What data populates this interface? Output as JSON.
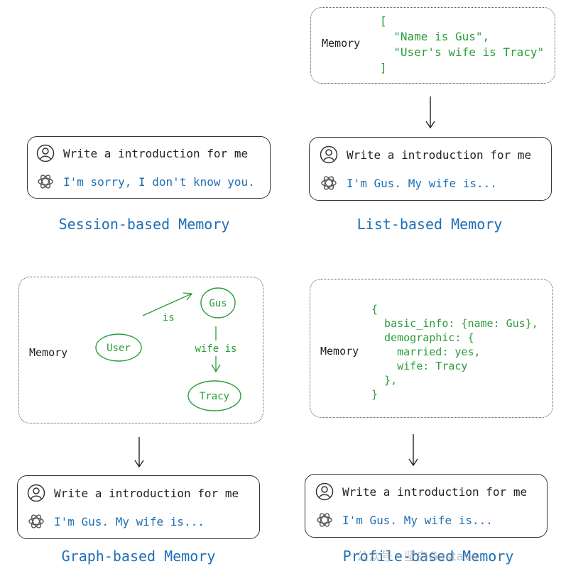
{
  "memory_label": "Memory",
  "prompt": "Write a introduction for me",
  "session": {
    "reply": "I'm sorry, I don't know you.",
    "caption": "Session-based Memory"
  },
  "list": {
    "lines": [
      "[",
      "  \"Name is Gus\",",
      "  \"User's wife is Tracy\"",
      "]"
    ],
    "reply": "I'm Gus. My wife is...",
    "caption": "List-based Memory"
  },
  "graph": {
    "nodes": {
      "user": "User",
      "gus": "Gus",
      "tracy": "Tracy"
    },
    "edges": {
      "is": "is",
      "wife_is": "wife is"
    },
    "reply": "I'm Gus. My wife is...",
    "caption": "Graph-based Memory"
  },
  "profile": {
    "lines": [
      "{",
      "  basic_info: {name: Gus},",
      "  demographic: {",
      "    married: yes,",
      "    wife: Tracy",
      "  },",
      "}"
    ],
    "reply": "I'm Gus. My wife is...",
    "caption": "Profile-based Memory"
  },
  "watermark": "公众号 · 坚白Gustavo",
  "colors": {
    "accent_blue": "#1e6fb5",
    "memory_green": "#2a9d3a",
    "border": "#333333"
  }
}
